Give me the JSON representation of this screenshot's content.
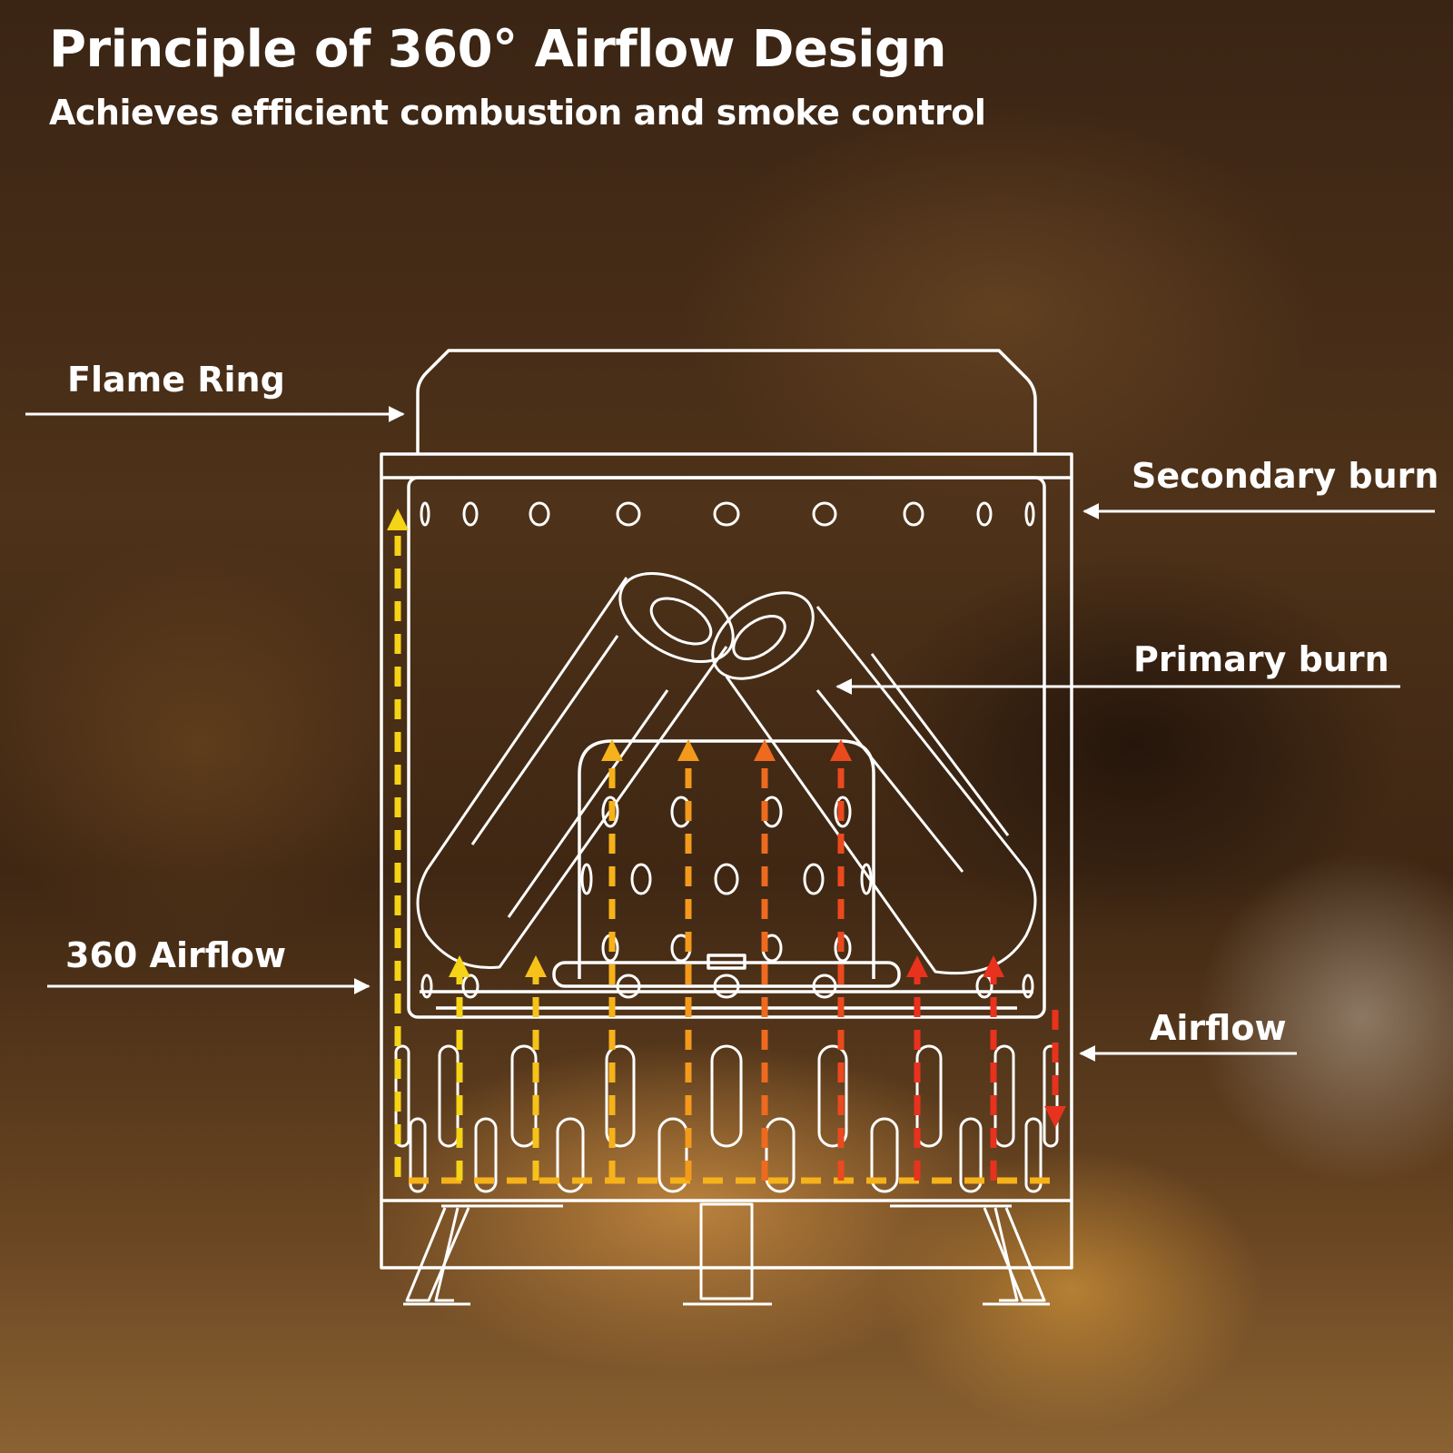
{
  "header": {
    "title": "Principle of 360° Airflow Design",
    "subtitle": "Achieves efficient combustion and smoke control"
  },
  "labels": {
    "flame_ring": "Flame Ring",
    "secondary_burn": "Secondary burn",
    "primary_burn": "Primary burn",
    "airflow_360": "360 Airflow",
    "airflow": "Airflow"
  },
  "colors": {
    "outline": "#ffffff",
    "airflow_yellow": "#f5d316",
    "airflow_amber": "#f6b21a",
    "airflow_orange": "#f38a1c",
    "airflow_red_orange": "#ee5a1f",
    "airflow_red": "#e8321e"
  }
}
